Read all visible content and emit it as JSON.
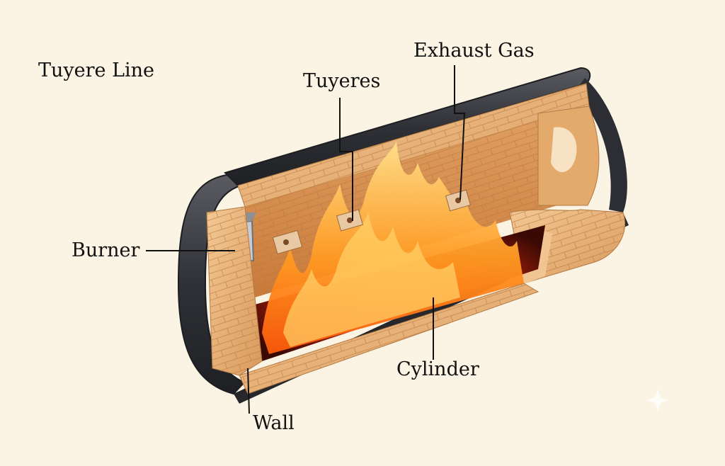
{
  "labels": {
    "tuyere_line": "Tuyere Line",
    "tuyeres": "Tuyeres",
    "exhaust_gas": "Exhaust Gas",
    "burner": "Burner",
    "cylinder": "Cylinder",
    "wall": "Wall"
  },
  "colors": {
    "background": "#fbf3e3",
    "steel_shell": "#3b3d42",
    "refractory_brick": "#e9b47e",
    "flame": "#ff8a1c"
  },
  "icons": [
    "sparkle-icon"
  ]
}
